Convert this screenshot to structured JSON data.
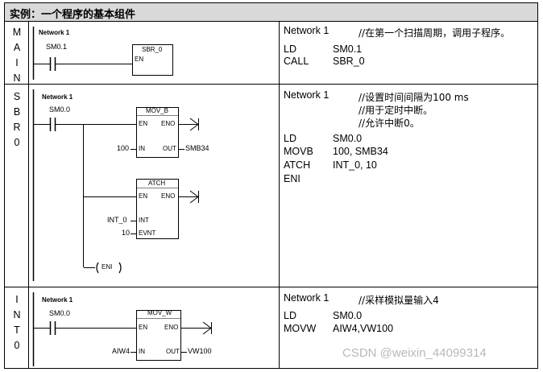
{
  "title": "实例：一个程序的基本组件",
  "rows": [
    {
      "label": [
        "M",
        "A",
        "I",
        "N"
      ],
      "ladder": {
        "network": "Network 1",
        "contact": "SM0.1",
        "box": {
          "name": "SBR_0",
          "pins": [
            "EN"
          ]
        }
      },
      "stl": {
        "network": "Network 1",
        "comments": [
          "//在第一个扫描周期，调用子程序。"
        ],
        "instructions": [
          {
            "op": "LD",
            "arg": "SM0.1"
          },
          {
            "op": "CALL",
            "arg": "SBR_0"
          }
        ]
      }
    },
    {
      "label": [
        "S",
        "B",
        "R",
        "0"
      ],
      "ladder": {
        "network": "Network 1",
        "contact": "SM0.0",
        "box1": {
          "name": "MOV_B",
          "en": "EN",
          "eno": "ENO",
          "in": "IN",
          "out": "OUT",
          "in_value": "100",
          "out_value": "SMB34"
        },
        "box2": {
          "name": "ATCH",
          "en": "EN",
          "eno": "ENO",
          "int": "INT",
          "evnt": "EVNT",
          "int_value": "INT_0",
          "evnt_value": "10"
        },
        "coil": "ENI"
      },
      "stl": {
        "network": "Network 1",
        "comments": [
          "//设置时间间隔为100 ms",
          "//用于定时中断。",
          "//允许中断0。"
        ],
        "instructions": [
          {
            "op": "LD",
            "arg": "SM0.0"
          },
          {
            "op": "MOVB",
            "arg": "100, SMB34"
          },
          {
            "op": "ATCH",
            "arg": "INT_0, 10"
          },
          {
            "op": "ENI",
            "arg": ""
          }
        ]
      }
    },
    {
      "label": [
        "I",
        "N",
        "T",
        "0"
      ],
      "ladder": {
        "network": "Network 1",
        "contact": "SM0.0",
        "box": {
          "name": "MOV_W",
          "en": "EN",
          "eno": "ENO",
          "in": "IN",
          "out": "OUT",
          "in_value": "AIW4",
          "out_value": "VW100"
        }
      },
      "stl": {
        "network": "Network 1",
        "comments": [
          "//采样模拟量输入4"
        ],
        "instructions": [
          {
            "op": "LD",
            "arg": "SM0.0"
          },
          {
            "op": "MOVW",
            "arg": "AIW4,VW100"
          }
        ]
      }
    }
  ],
  "watermark": "CSDN @weixin_44099314"
}
